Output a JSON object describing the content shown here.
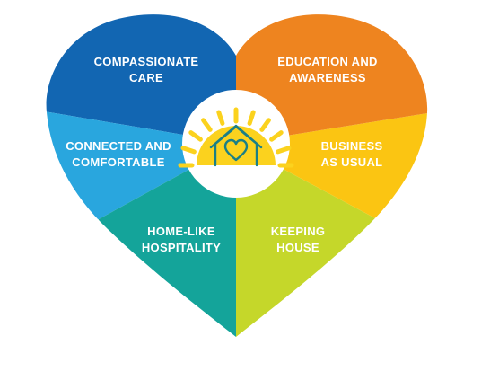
{
  "diagram": {
    "segments": [
      {
        "id": "compassionate-care",
        "lines": [
          "COMPASSIONATE",
          "CARE"
        ],
        "color": "#1266b2"
      },
      {
        "id": "connected-and-comfortable",
        "lines": [
          "CONNECTED AND",
          "COMFORTABLE"
        ],
        "color": "#29a6de"
      },
      {
        "id": "home-like-hospitality",
        "lines": [
          "HOME-LIKE",
          "HOSPITALITY"
        ],
        "color": "#14a49a"
      },
      {
        "id": "keeping-house",
        "lines": [
          "KEEPING",
          "HOUSE"
        ],
        "color": "#c5d72a"
      },
      {
        "id": "business-as-usual",
        "lines": [
          "BUSINESS",
          "AS USUAL"
        ],
        "color": "#fbc512"
      },
      {
        "id": "education-and-awareness",
        "lines": [
          "EDUCATION AND",
          "AWARENESS"
        ],
        "color": "#ee841f"
      }
    ],
    "center_logo": {
      "icon": "sun-house-heart-icon",
      "circle_color": "#ffffff",
      "sun_color": "#fbd21e",
      "outline_color": "#1a7f86"
    }
  }
}
